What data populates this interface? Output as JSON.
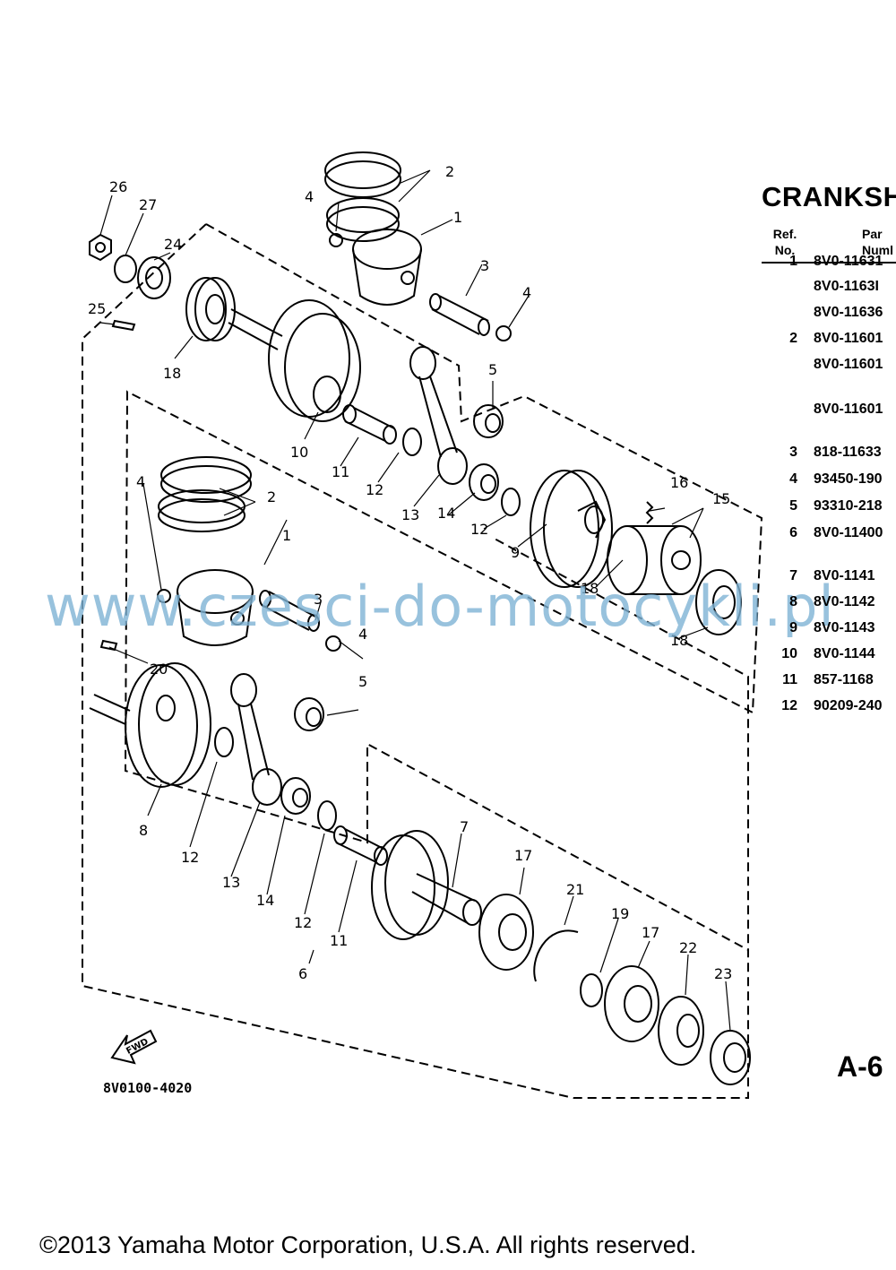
{
  "title": "CRANKSH",
  "table_header": {
    "ref_line1": "Ref.",
    "ref_line2": "No.",
    "part_line1": "Par",
    "part_line2": "Numl"
  },
  "parts": [
    {
      "ref": "1",
      "part": "8V0-11631"
    },
    {
      "ref": "",
      "part": "8V0-1163I"
    },
    {
      "ref": "",
      "part": "8V0-11636"
    },
    {
      "ref": "2",
      "part": "8V0-11601"
    },
    {
      "ref": "",
      "part": "8V0-11601"
    },
    {
      "ref": "",
      "part": "8V0-11601"
    },
    {
      "ref": "3",
      "part": "818-11633"
    },
    {
      "ref": "4",
      "part": "93450-190"
    },
    {
      "ref": "5",
      "part": "93310-218"
    },
    {
      "ref": "6",
      "part": "8V0-11400"
    },
    {
      "ref": "7",
      "part": "8V0-1141"
    },
    {
      "ref": "8",
      "part": "8V0-1142"
    },
    {
      "ref": "9",
      "part": "8V0-1143"
    },
    {
      "ref": "10",
      "part": "8V0-1144"
    },
    {
      "ref": "11",
      "part": "857-1168"
    },
    {
      "ref": "12",
      "part": "90209-240"
    }
  ],
  "callouts": [
    "26",
    "27",
    "24",
    "25",
    "18",
    "2",
    "4",
    "1",
    "3",
    "4",
    "5",
    "10",
    "11",
    "12",
    "13",
    "14",
    "12",
    "9",
    "16",
    "15",
    "18",
    "18",
    "2",
    "4",
    "1",
    "3",
    "4",
    "20",
    "5",
    "8",
    "12",
    "13",
    "14",
    "12",
    "11",
    "7",
    "17",
    "21",
    "19",
    "17",
    "22",
    "23",
    "6"
  ],
  "fwd_label": "FWD",
  "diagram_code": "8V0100-4020",
  "page_id": "A-6",
  "watermark": "www.czesci-do-motocykli.pl",
  "copyright": "©2013 Yamaha Motor Corporation, U.S.A. All rights reserved.",
  "colors": {
    "ink": "#000000",
    "watermark": "#7fb3d5",
    "background": "#ffffff"
  }
}
